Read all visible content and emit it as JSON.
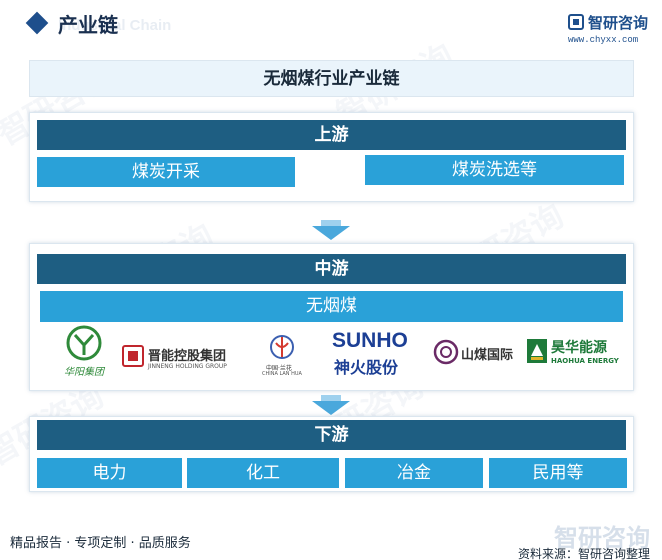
{
  "header": {
    "title": "产业链",
    "title_en": "Industrial Chain",
    "brand_name": "智研咨询",
    "brand_url": "www.chyxx.com"
  },
  "diagram": {
    "title": "无烟煤行业产业链",
    "upstream": {
      "label": "上游",
      "items": [
        "煤炭开采",
        "煤炭洗选等"
      ]
    },
    "midstream": {
      "label": "中游",
      "product": "无烟煤",
      "companies": [
        {
          "name": "华阳集团",
          "icon": "huayang-logo"
        },
        {
          "name": "晋能控股集团",
          "sub": "JINNENG HOLDING GROUP",
          "icon": "jinneng-logo"
        },
        {
          "name": "中国·兰花",
          "sub": "CHINA LAN HUA",
          "icon": "lanhua-logo"
        },
        {
          "name": "SUNHO",
          "sub": "神火股份",
          "icon": "sunho-logo"
        },
        {
          "name": "山煤国际",
          "icon": "shanmei-logo"
        },
        {
          "name": "昊华能源",
          "sub": "HAOHUA ENERGY",
          "icon": "haohua-logo"
        }
      ]
    },
    "downstream": {
      "label": "下游",
      "items": [
        "电力",
        "化工",
        "冶金",
        "民用等"
      ]
    }
  },
  "footer": {
    "left": "精品报告 · 专项定制 · 品质服务",
    "source": "资料来源：智研咨询整理"
  },
  "colors": {
    "stage_bar": "#1e5e82",
    "cell": "#2aa1d8",
    "title_bg": "#eaf4fb",
    "arrow": "#4aa8dc"
  }
}
